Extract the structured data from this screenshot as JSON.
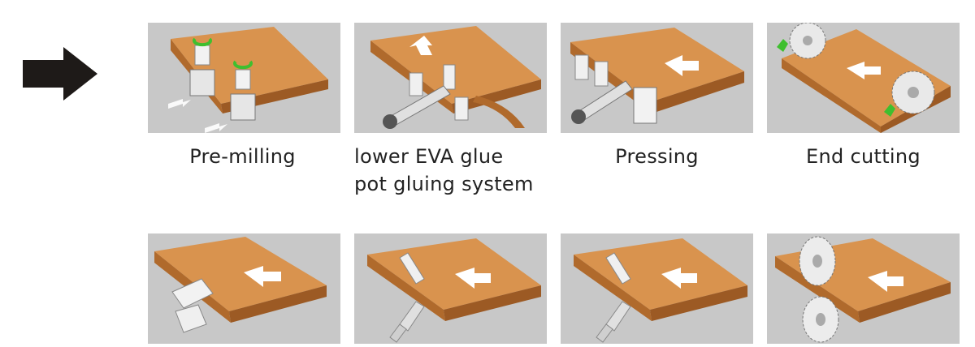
{
  "steps": [
    {
      "label_1": "Pre-milling",
      "label_2": ""
    },
    {
      "label_1": "lower EVA glue",
      "label_2": "pot gluing system"
    },
    {
      "label_1": "Pressing",
      "label_2": ""
    },
    {
      "label_1": "End cutting",
      "label_2": ""
    },
    {
      "label_1": "",
      "label_2": ""
    },
    {
      "label_1": "",
      "label_2": ""
    },
    {
      "label_1": "",
      "label_2": ""
    },
    {
      "label_1": "",
      "label_2": ""
    }
  ],
  "colors": {
    "panel_bg": "#c8c8c8",
    "wood_top": "#d9934e",
    "wood_side": "#9c5a24",
    "accent_green": "#3fbf2f",
    "arrow": "#1e1a18"
  },
  "icons": [
    "direction-arrow-icon",
    "feed-direction-arrow-icon",
    "milling-cutter-icon",
    "glue-pot-icon",
    "pressure-roller-icon",
    "saw-blade-icon",
    "trimming-knife-icon",
    "buffing-wheel-icon"
  ]
}
